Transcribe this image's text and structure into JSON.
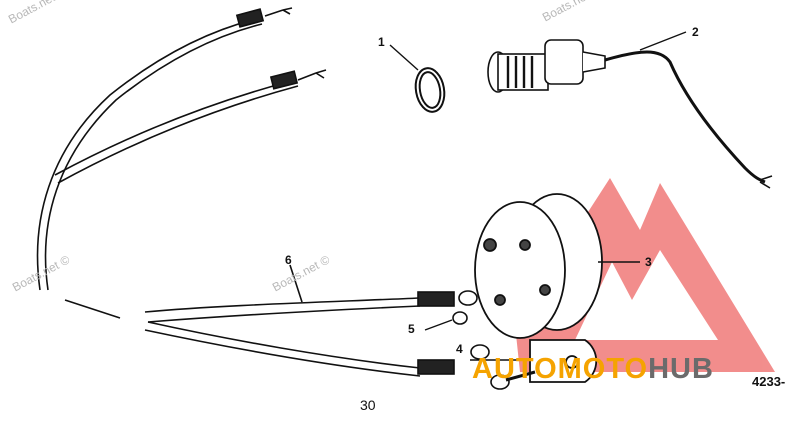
{
  "diagram": {
    "callouts": [
      "1",
      "2",
      "3",
      "4",
      "5",
      "6"
    ],
    "page_number": "30",
    "figure_code": "4233-",
    "watermarks": [
      "Boats.net ©",
      "Boats.net ©",
      "Boats.net ©",
      "Boats.net ©"
    ],
    "brand": {
      "part1": "AUTO",
      "part2": "MOTO",
      "part3": "HUB",
      "colors": {
        "orange": "#f5a300",
        "gray": "#6b6b6b",
        "triangle_red": "#e8312f"
      }
    }
  }
}
